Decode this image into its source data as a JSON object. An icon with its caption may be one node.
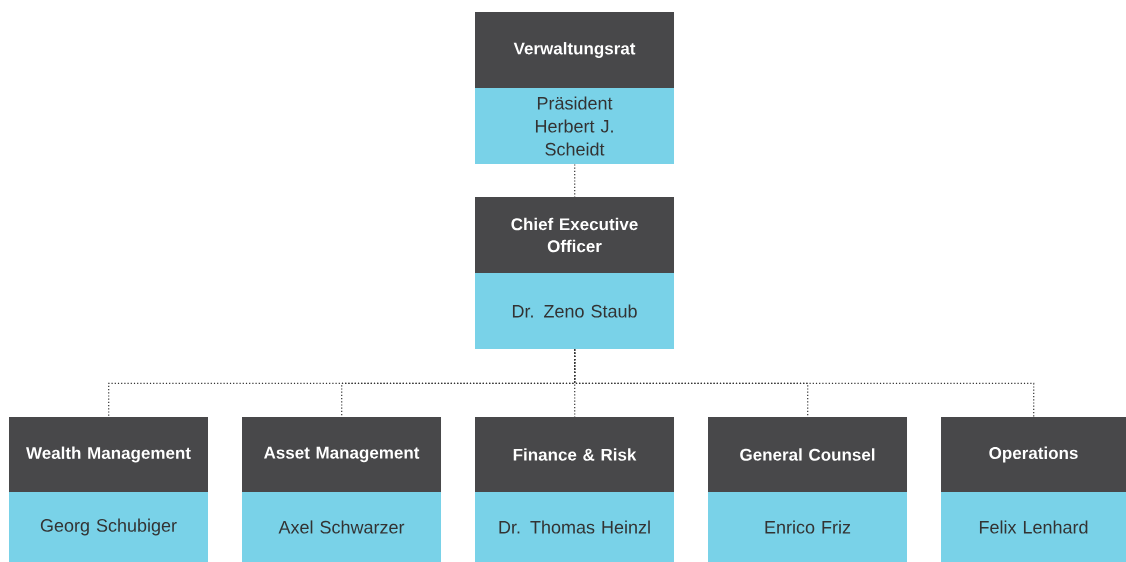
{
  "diagram": {
    "nodes": [
      {
        "text": [
          "Verwaltungsrat",
          "Präsident Herbert J. Scheidt"
        ]
      },
      {
        "text": [
          "Chief Executive Officer",
          "Dr. Zeno Staub"
        ]
      },
      {
        "text": [
          "Wealth Management",
          "Georg Schubiger"
        ]
      },
      {
        "text": [
          "Asset Management",
          "Axel Schwarzer"
        ]
      },
      {
        "text": [
          "Finance & Risk",
          "Dr. Thomas Heinzl"
        ]
      },
      {
        "text": [
          "General Counsel",
          "Enrico Friz"
        ]
      },
      {
        "text": [
          "Operations",
          "Felix Lenhard"
        ]
      }
    ],
    "edges": [
      {
        "from": 0,
        "to": 1,
        "arrow": "none"
      },
      {
        "from": 1,
        "to": 2,
        "arrow": "none"
      },
      {
        "from": 1,
        "to": 3,
        "arrow": "none"
      },
      {
        "from": 1,
        "to": 4,
        "arrow": "none"
      },
      {
        "from": 1,
        "to": 5,
        "arrow": "none"
      },
      {
        "from": 1,
        "to": 6,
        "arrow": "none"
      }
    ]
  }
}
